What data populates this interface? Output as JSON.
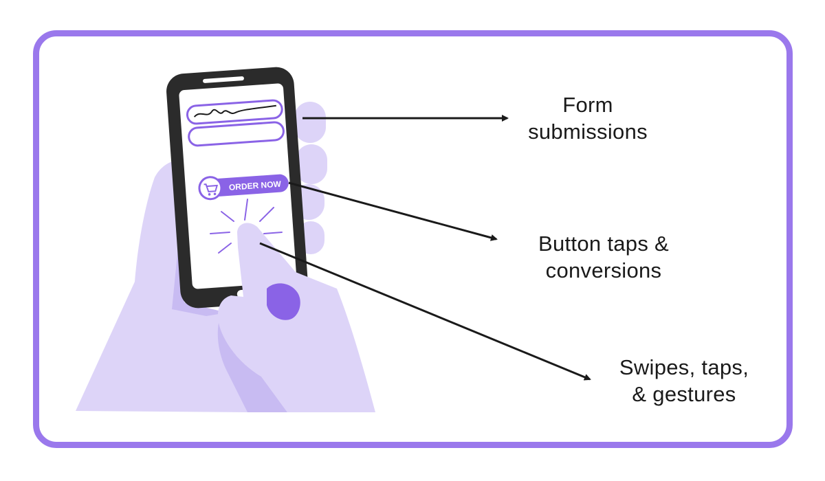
{
  "colors": {
    "frame_border": "#9a78ec",
    "hand": "#ddd4f8",
    "hand_shadow": "#c8bbf2",
    "accent": "#8a63e6",
    "phone_body": "#2b2b2b",
    "arrow": "#1a1a1a"
  },
  "phone": {
    "button_label": "ORDER NOW",
    "icon": "cart-icon"
  },
  "annotations": [
    {
      "id": "form",
      "lines": [
        "Form",
        "submissions"
      ]
    },
    {
      "id": "button",
      "lines": [
        "Button taps &",
        "conversions"
      ]
    },
    {
      "id": "swipes",
      "lines": [
        "Swipes, taps,",
        "& gestures"
      ]
    }
  ]
}
